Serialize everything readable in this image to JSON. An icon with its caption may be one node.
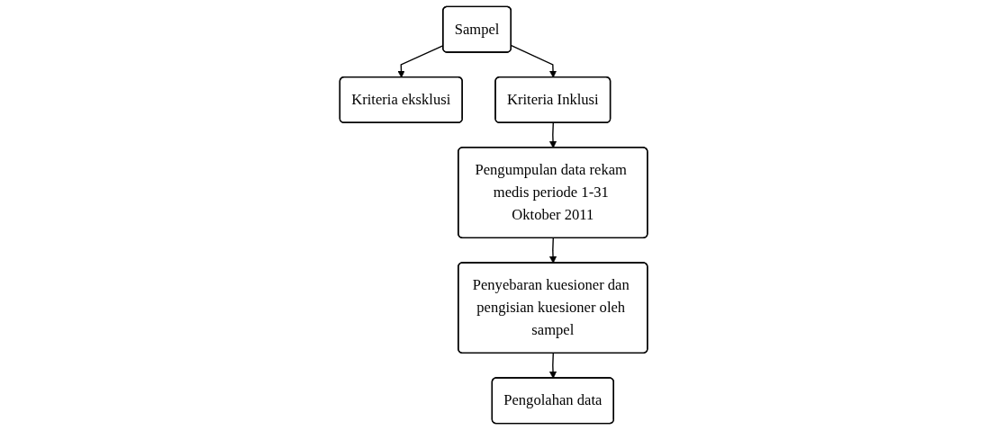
{
  "diagram": {
    "nodes": [
      {
        "text": [
          "Sampel"
        ]
      },
      {
        "text": [
          "Kriteria eksklusi"
        ]
      },
      {
        "text": [
          "Kriteria Inklusi"
        ]
      },
      {
        "text": [
          "Pengumpulan data rekam medis periode 1-31 Oktober 2011"
        ]
      },
      {
        "text": [
          "Penyebaran kuesioner dan pengisian kuesioner oleh sampel"
        ]
      },
      {
        "text": [
          "Pengolahan data"
        ]
      }
    ],
    "edges": [
      {
        "from": 0,
        "to": 2,
        "arrow": "to"
      },
      {
        "from": 0,
        "to": 1,
        "arrow": "to"
      },
      {
        "from": 2,
        "to": 3,
        "arrow": "to"
      },
      {
        "from": 3,
        "to": 4,
        "arrow": "to"
      },
      {
        "from": 4,
        "to": 5,
        "arrow": "to"
      }
    ]
  }
}
